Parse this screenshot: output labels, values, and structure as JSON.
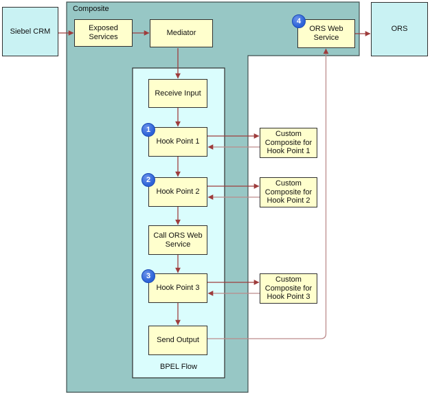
{
  "diagram": {
    "composite_label": "Composite",
    "bpel_label": "BPEL Flow",
    "nodes": {
      "siebel_crm": "Siebel CRM",
      "exposed_services": "Exposed Services",
      "mediator": "Mediator",
      "ors_web_service": "ORS Web Service",
      "ors": "ORS",
      "receive_input": "Receive Input",
      "hook_point_1": "Hook Point 1",
      "hook_point_2": "Hook Point 2",
      "call_ors_web_service": "Call ORS Web Service",
      "hook_point_3": "Hook Point 3",
      "send_output": "Send Output",
      "custom_composite_1": "Custom Composite for Hook Point 1",
      "custom_composite_2": "Custom Composite for Hook Point 2",
      "custom_composite_3": "Custom Composite for Hook Point 3"
    },
    "badges": {
      "hook1": "1",
      "hook2": "2",
      "hook3": "3",
      "ors_web": "4"
    },
    "colors": {
      "composite_fill": "#97c7c5",
      "bpel_fill": "#dafdfd",
      "node_fill": "#ffffcd",
      "external_fill": "#c9f2f3",
      "arrow": "#9e3c3c",
      "arrow_light": "#bc8a8a",
      "badge_fill": "#2d63d8"
    }
  }
}
